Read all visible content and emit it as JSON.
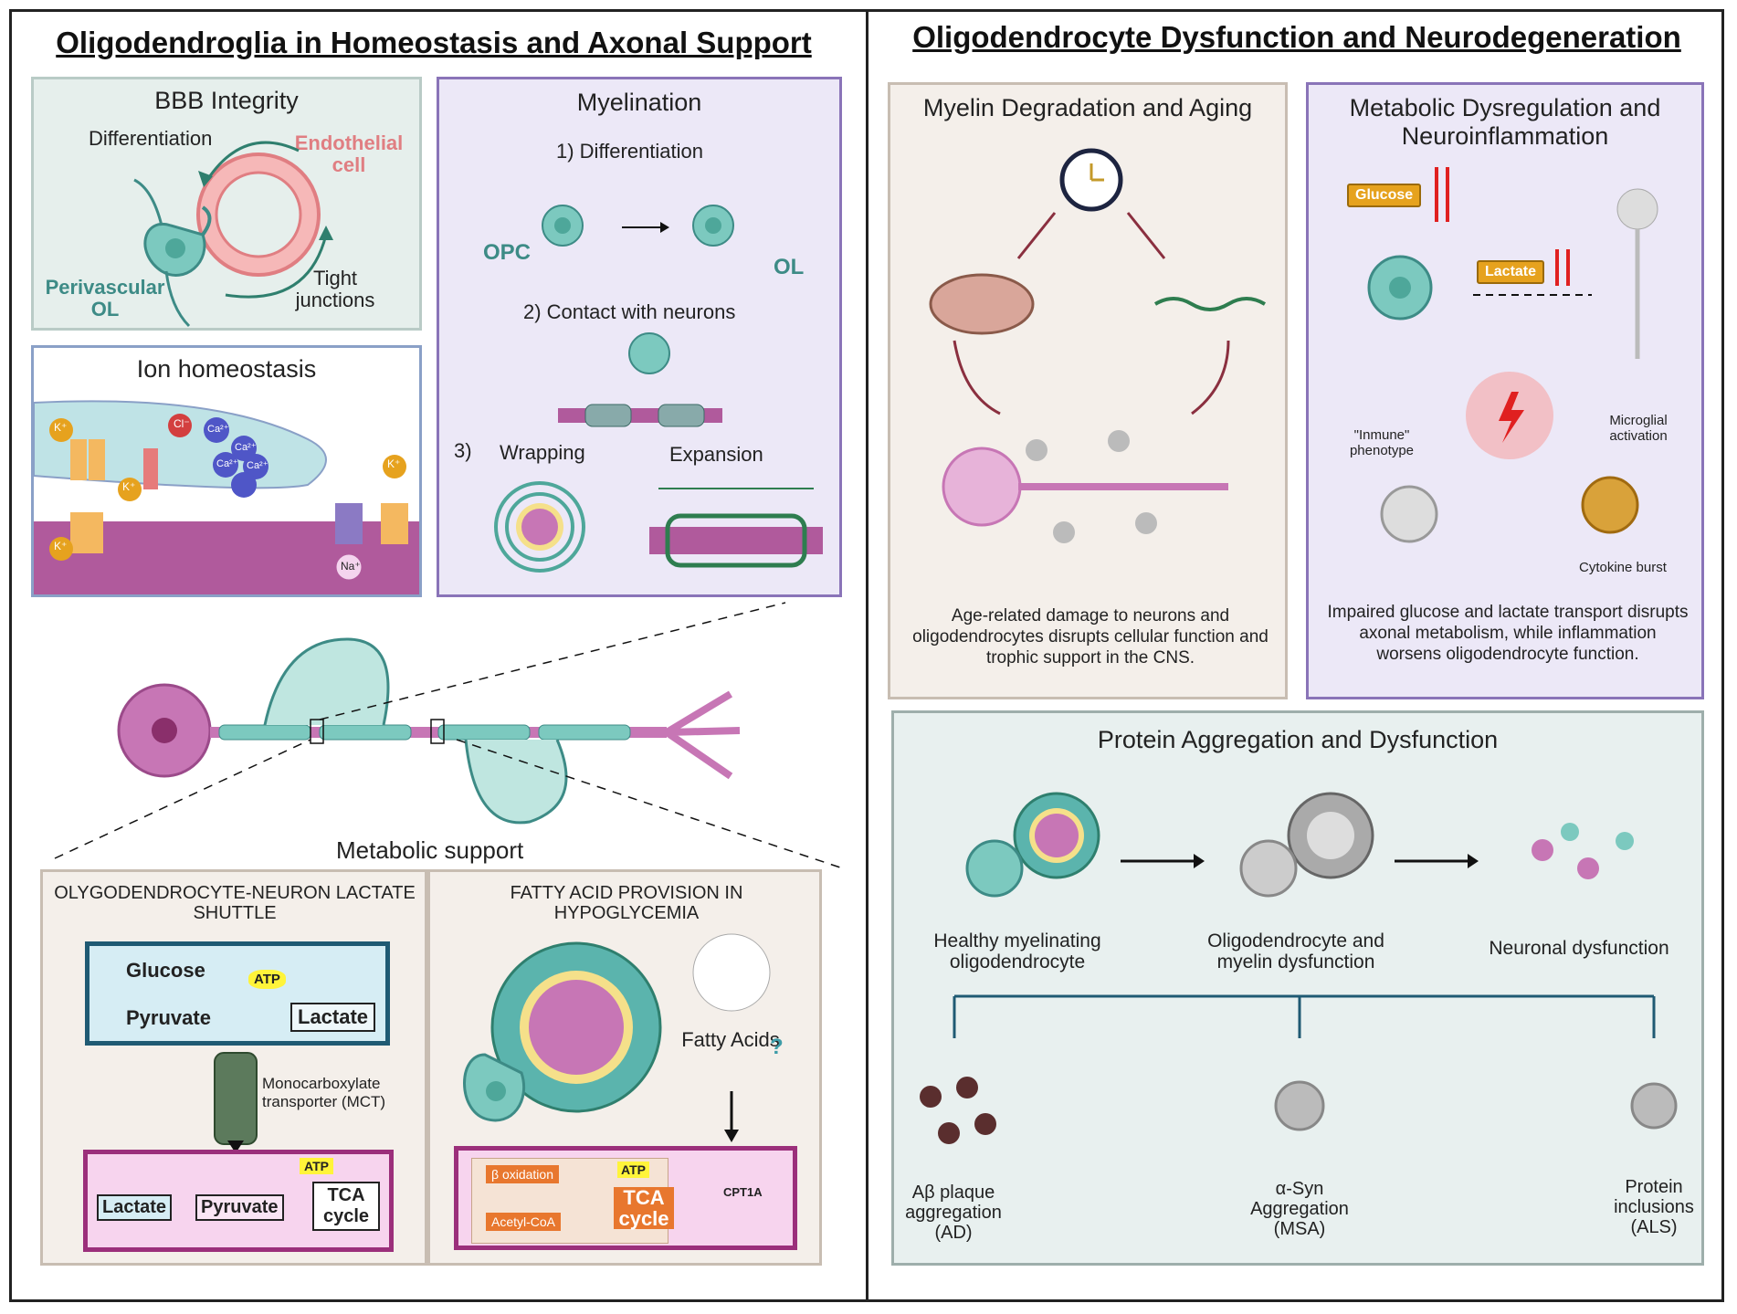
{
  "left": {
    "title": "Oligodendroglia in Homeostasis and Axonal Support",
    "bbb": {
      "title": "BBB Integrity",
      "differentiation": "Differentiation",
      "endothelial": "Endothelial cell",
      "perivascular": "Perivascular OL",
      "tight": "Tight junctions"
    },
    "ion": {
      "title": "Ion homeostasis",
      "k": "K⁺",
      "cl": "Cl⁻",
      "ca": "Ca²⁺",
      "na": "Na⁺"
    },
    "myelination": {
      "title": "Myelination",
      "step1": "1) Differentiation",
      "opc": "OPC",
      "ol": "OL",
      "step2": "2) Contact with neurons",
      "step3": "3)",
      "wrapping": "Wrapping",
      "expansion": "Expansion"
    },
    "metabolic": {
      "title": "Metabolic support",
      "shuttle_title": "OLYGODENDROCYTE-NEURON LACTATE SHUTTLE",
      "glucose": "Glucose",
      "atp": "ATP",
      "pyruvate": "Pyruvate",
      "lactate": "Lactate",
      "mct": "Monocarboxylate transporter (MCT)",
      "tca": "TCA cycle",
      "fatty_title": "FATTY ACID PROVISION IN HYPOGLYCEMIA",
      "fatty_acids": "Fatty Acids",
      "question": "?",
      "beta_ox": "β oxidation",
      "acetyl": "Acetyl-CoA",
      "cpt1a": "CPT1A"
    }
  },
  "right": {
    "title": "Oligodendrocyte Dysfunction and Neurodegeneration",
    "myelin": {
      "title": "Myelin Degradation and Aging",
      "caption": "Age-related damage to neurons and oligodendrocytes disrupts cellular function and trophic support in the CNS."
    },
    "metabolic": {
      "title": "Metabolic Dysregulation and Neuroinflammation",
      "glucose": "Glucose",
      "lactate": "Lactate",
      "immune": "\"Inmune\" phenotype",
      "microglial": "Microglial activation",
      "cytokine": "Cytokine burst",
      "caption": "Impaired glucose and lactate transport disrupts axonal metabolism, while inflammation worsens oligodendrocyte function."
    },
    "protein": {
      "title": "Protein Aggregation and Dysfunction",
      "healthy": "Healthy myelinating oligodendrocyte",
      "dysfunction": "Oligodendrocyte and myelin dysfunction",
      "neuronal": "Neuronal dysfunction",
      "ab": "Aβ plaque aggregation (AD)",
      "asyn": "α-Syn Aggregation (MSA)",
      "inclusions": "Protein inclusions (ALS)"
    }
  },
  "colors": {
    "teal_cell": "#7cc9bf",
    "neuron_pink": "#c776b5",
    "purple_panel": "#ece8f7",
    "green_panel": "#e8f0ef",
    "beige_panel": "#f4efea"
  }
}
